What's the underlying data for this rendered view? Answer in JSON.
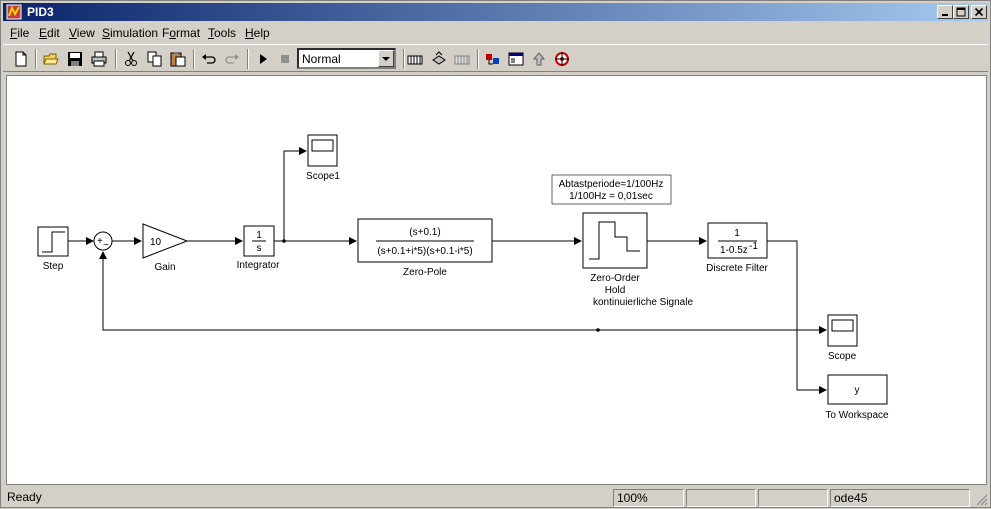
{
  "window": {
    "title": "PID3"
  },
  "menu": [
    {
      "label": "File",
      "u": "F"
    },
    {
      "label": "Edit",
      "u": "E"
    },
    {
      "label": "View",
      "u": "V"
    },
    {
      "label": "Simulation",
      "u": "S"
    },
    {
      "label": "Format",
      "u": "o"
    },
    {
      "label": "Tools",
      "u": "T"
    },
    {
      "label": "Help",
      "u": "H"
    }
  ],
  "toolbar": {
    "sim_mode": "Normal"
  },
  "blocks": {
    "step": "Step",
    "gain": "Gain",
    "gain_value": "10",
    "sum_plus": "+",
    "sum_minus": "−",
    "integrator": "Integrator",
    "integrator_num": "1",
    "integrator_den": "s",
    "scope1": "Scope1",
    "zero_pole": "Zero-Pole",
    "zp_num": "(s+0.1)",
    "zp_den": "(s+0.1+i*5)(s+0.1-i*5)",
    "annotation_line1": "Abtastperiode=1/100Hz",
    "annotation_line2": "1/100Hz = 0,01sec",
    "zoh_line1": "Zero-Order",
    "zoh_line2": "Hold",
    "zoh_line3": "kontinuierliche Signale",
    "df_num": "1",
    "df_den": "1-0.5z",
    "df_exp": "-1",
    "discrete_filter": "Discrete Filter",
    "scope": "Scope",
    "to_workspace": "To Workspace",
    "to_workspace_var": "y"
  },
  "status": {
    "state": "Ready",
    "zoom": "100%",
    "panel2": "",
    "panel3": "",
    "solver": "ode45"
  }
}
